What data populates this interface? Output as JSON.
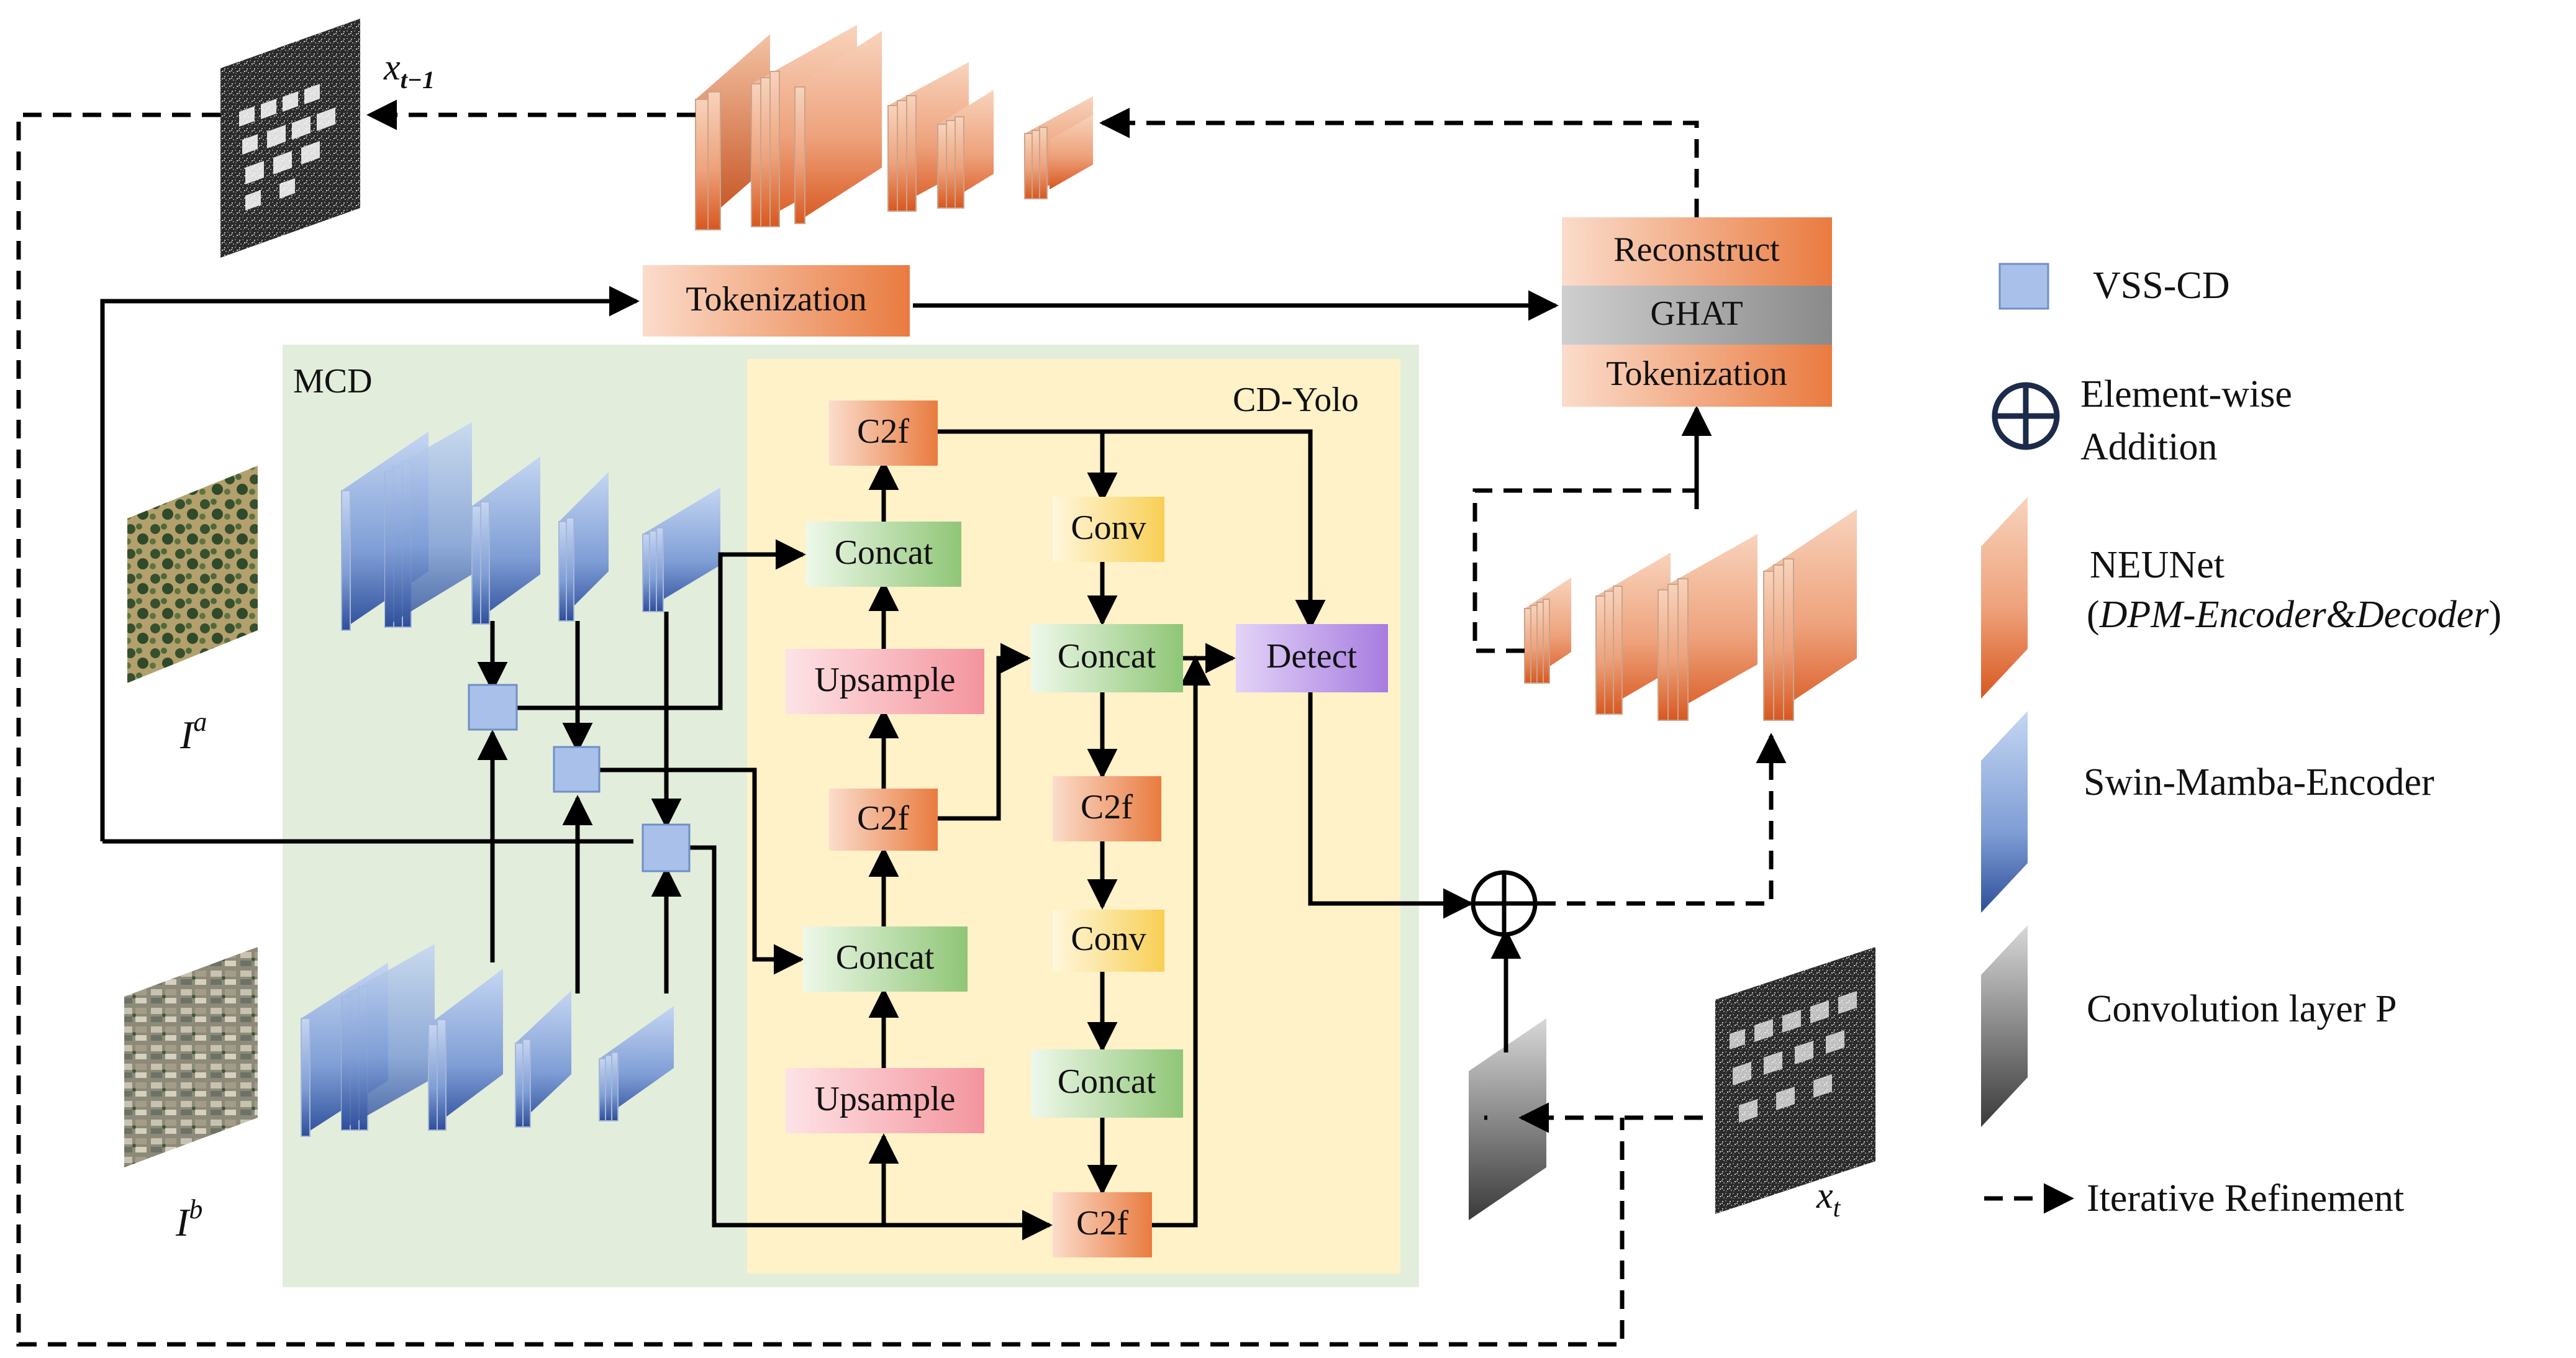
{
  "colors": {
    "mcd_bg": "#e2eedb",
    "yolo_bg": "#fff1c8",
    "orange": "#e98650",
    "orange_light": "#fbd8c4",
    "blue": "#9db7e2",
    "blue_dark": "#3b5ba0",
    "green": "#9ccc84",
    "green_light": "#eaf6e6",
    "pink": "#f59aa3",
    "pink_light": "#fde0e3",
    "yellow": "#fad76a",
    "yellow_light": "#fff6d9",
    "purple": "#b088e4",
    "purple_light": "#dcc8f6",
    "gray": "#8a8a8a",
    "gray_light": "#cfcfcf",
    "vss_fill": "#a9c1ea"
  },
  "labels": {
    "x_prev": "x",
    "x_prev_sub": "t−1",
    "x_t": "x",
    "x_t_sub": "t",
    "img_a": "I",
    "img_a_sup": "a",
    "img_b": "I",
    "img_b_sup": "b",
    "mcd": "MCD",
    "cd_yolo": "CD-Yolo"
  },
  "boxes": {
    "tokenization_top": "Tokenization",
    "reconstruct": "Reconstruct",
    "ghat": "GHAT",
    "tokenization_right": "Tokenization",
    "c2f_top": "C2f",
    "concat_1": "Concat",
    "upsample_1": "Upsample",
    "c2f_2": "C2f",
    "concat_2": "Concat",
    "upsample_2": "Upsample",
    "conv_1": "Conv",
    "concat_mid": "Concat",
    "c2f_mid": "C2f",
    "conv_2": "Conv",
    "concat_low": "Concat",
    "c2f_bottom": "C2f",
    "detect": "Detect"
  },
  "legend": {
    "vss_cd": "VSS-CD",
    "addition_line1": "Element-wise",
    "addition_line2": "Addition",
    "neunet_line1": "NEUNet",
    "neunet_line2_open": "(",
    "neunet_line2_italic": "DPM-Encoder&Decoder",
    "neunet_line2_close": ")",
    "swin": "Swin-Mamba-Encoder",
    "conv_p": "Convolution layer P",
    "iterative": "Iterative Refinement"
  }
}
